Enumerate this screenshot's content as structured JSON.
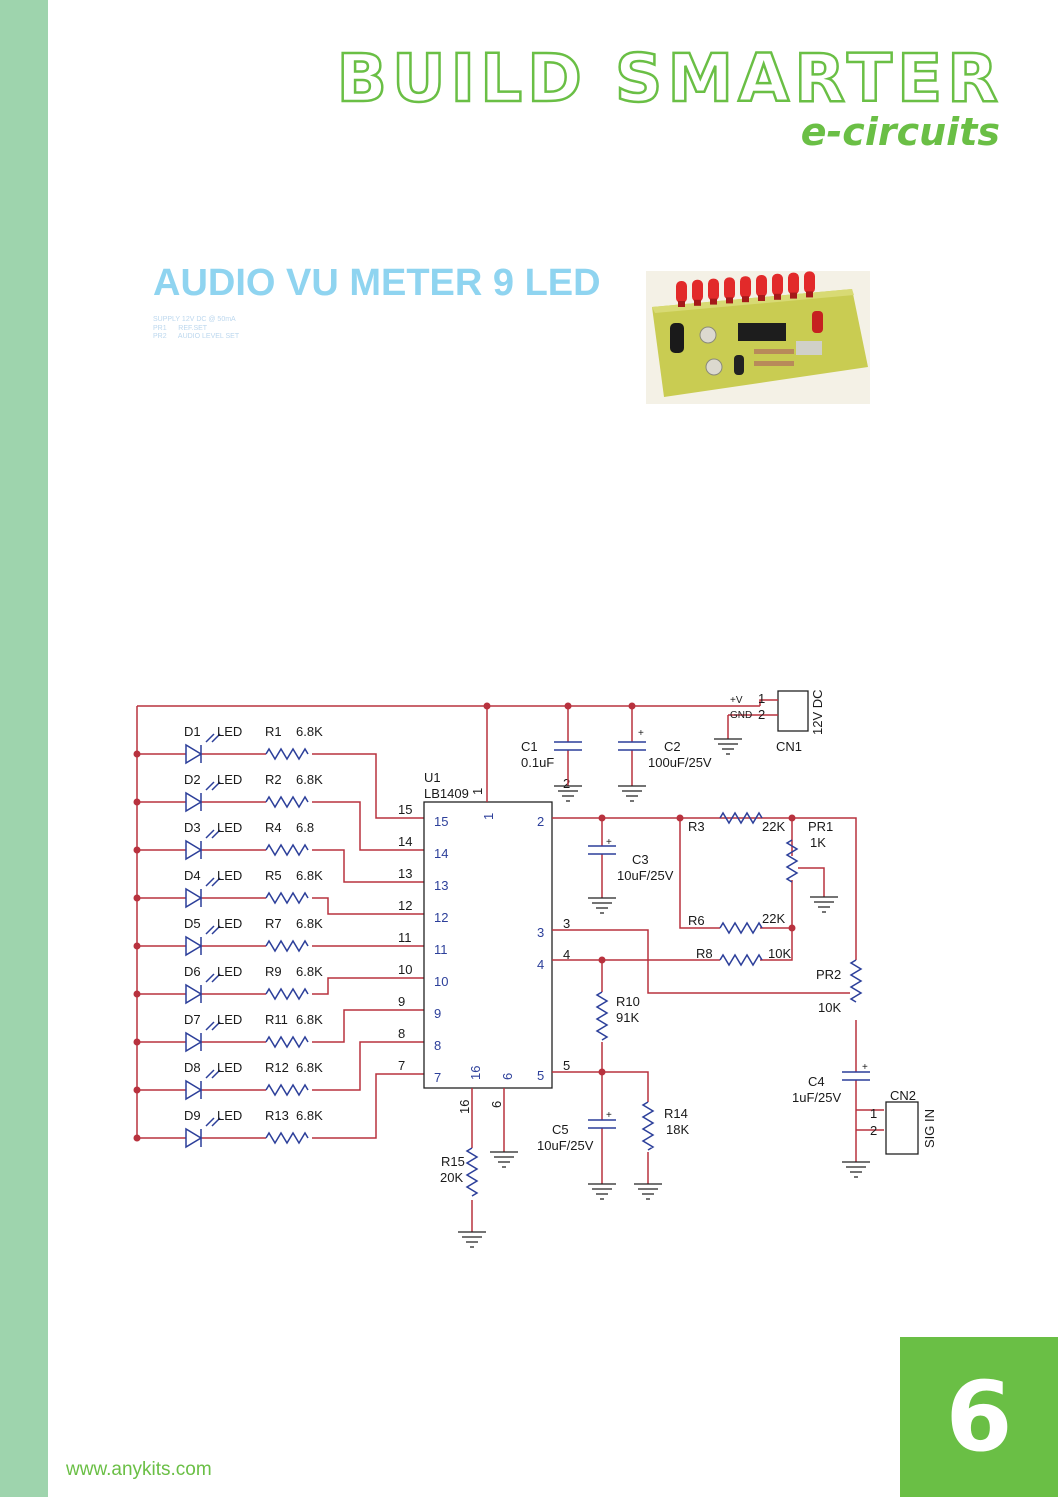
{
  "header": {
    "brand": "BUILD SMARTER",
    "sub_brand": "e-circuits"
  },
  "title": "AUDIO VU METER 9 LED",
  "notes": [
    "SUPPLY 12V DC @ 50mA",
    "PR1      REF.SET",
    "PR2      AUDIO LEVEL SET"
  ],
  "footer": {
    "url": "www.anykits.com",
    "page": "6"
  },
  "colors": {
    "brand_green": "#6abf45",
    "side_band": "#9ed4ad",
    "title_blue": "#8fd4f0",
    "wire": "#b8323e",
    "component": "#2c3f9a"
  },
  "schematic": {
    "leds": [
      {
        "d": "D1",
        "type": "LED",
        "r": "R1",
        "rv": "6.8K"
      },
      {
        "d": "D2",
        "type": "LED",
        "r": "R2",
        "rv": "6.8K"
      },
      {
        "d": "D3",
        "type": "LED",
        "r": "R4",
        "rv": "6.8"
      },
      {
        "d": "D4",
        "type": "LED",
        "r": "R5",
        "rv": "6.8K"
      },
      {
        "d": "D5",
        "type": "LED",
        "r": "R7",
        "rv": "6.8K"
      },
      {
        "d": "D6",
        "type": "LED",
        "r": "R9",
        "rv": "6.8K"
      },
      {
        "d": "D7",
        "type": "LED",
        "r": "R11",
        "rv": "6.8K"
      },
      {
        "d": "D8",
        "type": "LED",
        "r": "R12",
        "rv": "6.8K"
      },
      {
        "d": "D9",
        "type": "LED",
        "r": "R13",
        "rv": "6.8K"
      }
    ],
    "ic": {
      "ref": "U1",
      "part": "LB1409",
      "left_pins": [
        "15",
        "14",
        "13",
        "12",
        "11",
        "10",
        "9",
        "8",
        "7"
      ],
      "right_pins": [
        "2",
        "3",
        "4",
        "5"
      ],
      "top_pin": "1",
      "bottom_pins": [
        "16",
        "6"
      ]
    },
    "labels": {
      "c1": "C1",
      "c1v": "0.1uF",
      "c2": "C2",
      "c2v": "100uF/25V",
      "c3": "C3",
      "c3v": "10uF/25V",
      "c4": "C4",
      "c4v": "1uF/25V",
      "c5": "C5",
      "c5v": "10uF/25V",
      "r3": "R3",
      "r3v": "22K",
      "r6": "R6",
      "r6v": "22K",
      "r8": "R8",
      "r8v": "10K",
      "r10": "R10",
      "r10v": "91K",
      "r14": "R14",
      "r14v": "18K",
      "r15": "R15",
      "r15v": "20K",
      "pr1": "PR1",
      "pr1v": "1K",
      "pr2": "PR2",
      "pr2v": "10K",
      "cn1": "CN1",
      "cn1_label": "12V DC",
      "vplus": "+V",
      "gnd": "GND",
      "cn2": "CN2",
      "cn2_label": "SIG IN",
      "pin1": "1",
      "pin2": "2"
    }
  }
}
